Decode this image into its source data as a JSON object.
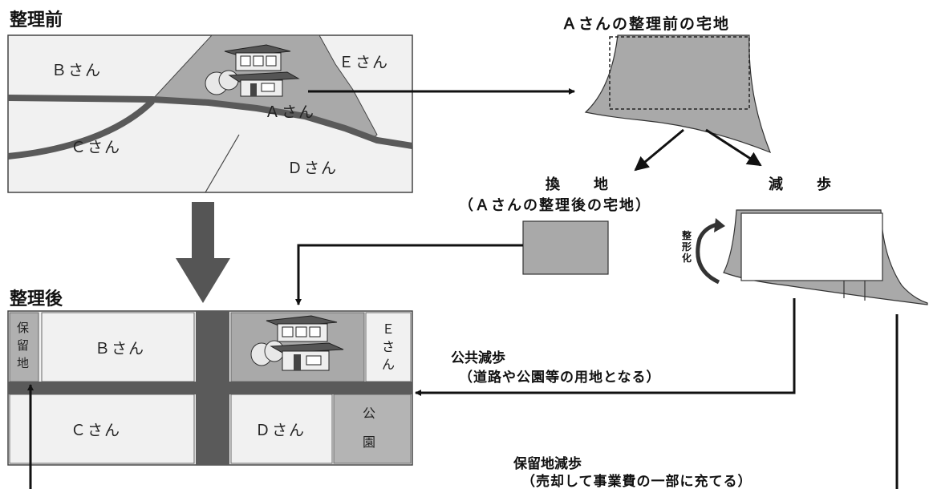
{
  "titles": {
    "before": "整理前",
    "after": "整理後",
    "a_before_lot": "Ａさんの整理前の宅地",
    "kanchi": "換　　地",
    "kanchi_sub": "（Ａさんの整理後の宅地）",
    "genbu": "減　　歩",
    "seikei": [
      "整",
      "形",
      "化"
    ],
    "public_genbu": "公共減歩",
    "public_genbu_sub": "（道路や公園等の用地となる）",
    "reserve_genbu": "保留地減歩",
    "reserve_genbu_sub": "（売却して事業費の一部に充てる）"
  },
  "before_map": {
    "b": "Ｂさん",
    "e": "Ｅさん",
    "a": "Ａさん",
    "c": "Ｃさん",
    "d": "Ｄさん"
  },
  "after_map": {
    "reserve": [
      "保",
      "留",
      "地"
    ],
    "b": "Ｂさん",
    "e": [
      "Ｅ",
      "さ",
      "ん"
    ],
    "c": "Ｃさん",
    "d": "Ｄさん",
    "park": [
      "公",
      "園"
    ]
  },
  "colors": {
    "road": "#5a5a5a",
    "lot_a": "#a9a9a9",
    "lot_other": "#f1f1f1",
    "park": "#b4b4b4",
    "arrow": "#111111",
    "big_arrow": "#555555"
  }
}
